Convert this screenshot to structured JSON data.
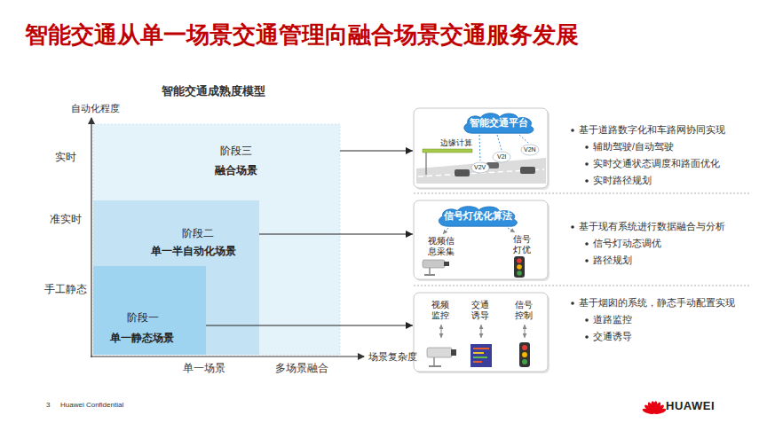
{
  "diagram": {
    "title": "智能交通从单一场景交通管理向融合场景交通服务发展",
    "nodes": [
      {
        "text": [
          "阶段三",
          "融合场景"
        ]
      },
      {
        "text": [
          "阶段二",
          "单一半自动化场景"
        ],
        "in": 0
      },
      {
        "text": [
          "阶段一",
          "单一静态场景"
        ],
        "in": 1
      },
      {
        "text": [
          "边缘计算",
          "V2V",
          "V2I",
          "V2N"
        ]
      },
      {
        "text": [
          "智能交通平台"
        ],
        "in": 3
      },
      {
        "text": [
          "视频信息采集",
          "信号灯优"
        ]
      },
      {
        "text": [
          "信号灯优化算法"
        ],
        "in": 5
      },
      {
        "text": [
          "视频监控",
          "交通诱导",
          "信号控制"
        ]
      }
    ],
    "edges": [
      {
        "from": 0,
        "to": 3,
        "arrow": "to"
      },
      {
        "from": 1,
        "to": 5,
        "arrow": "to"
      },
      {
        "from": 2,
        "to": 7,
        "arrow": "to"
      }
    ],
    "labels": [
      "智能交通成熟度模型",
      "自动化程度",
      "实时",
      "准实时",
      "手工静态",
      "场景复杂度",
      "单一场景",
      "多场景融合",
      "基于道路数字化和车路网协同实现",
      "辅助驾驶/自动驾驶",
      "实时交通状态调度和路面优化",
      "实时路径规划",
      "基于现有系统进行数据融合与分析",
      "信号灯动态调优",
      "路径规划",
      "基于烟囱的系统，静态手动配置实现",
      "道路监控",
      "交通诱导",
      "3",
      "Huawei Confidential",
      "HUAWEI"
    ]
  }
}
